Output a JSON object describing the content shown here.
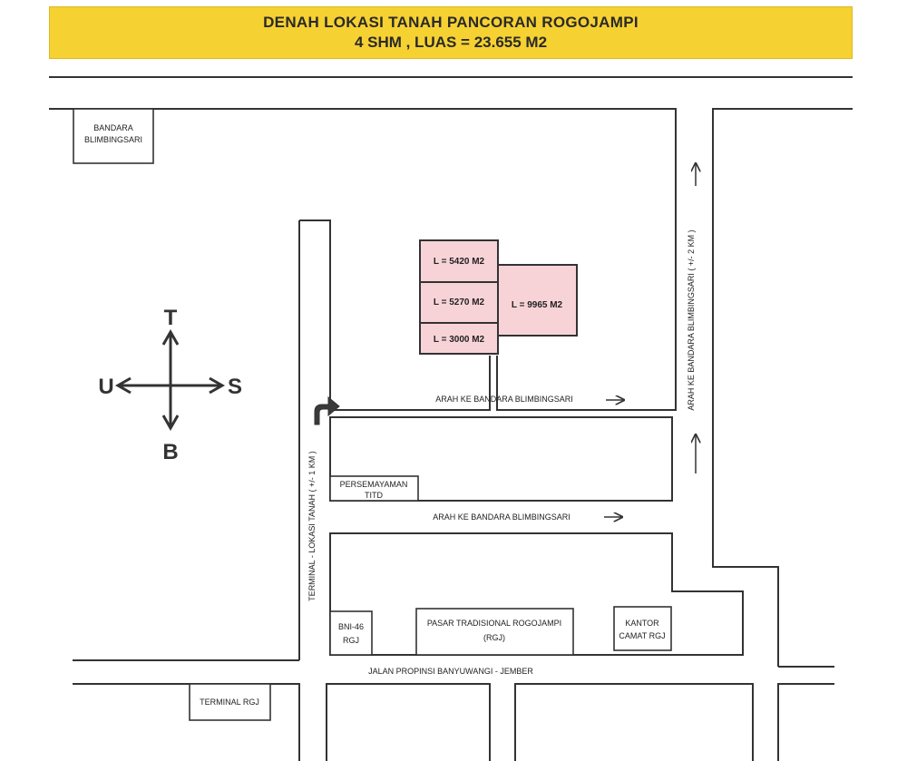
{
  "header": {
    "title": "DENAH LOKASI TANAH PANCORAN ROGOJAMPI",
    "subtitle": "4 SHM , LUAS = 23.655 M2"
  },
  "compass": {
    "north": "T",
    "south": "B",
    "west": "U",
    "east": "S"
  },
  "places": {
    "bandara_line1": "BANDARA",
    "bandara_line2": "BLIMBINGSARI",
    "persemayaman_line1": "PERSEMAYAMAN",
    "persemayaman_line2": "TITD",
    "bni_line1": "BNI-46",
    "bni_line2": "RGJ",
    "pasar_line1": "PASAR TRADISIONAL ROGOJAMPI",
    "pasar_line2": "(RGJ)",
    "kantor_line1": "KANTOR",
    "kantor_line2": "CAMAT RGJ",
    "terminal": "TERMINAL RGJ"
  },
  "plots": {
    "plot1": "L =  5420 M2",
    "plot2": "L =  5270 M2",
    "plot3": "L = 3000 M2",
    "plot4": "L = 9965 M2"
  },
  "roads": {
    "arah_upper": "ARAH KE BANDARA BLIMBINGSARI",
    "arah_lower": "ARAH KE BANDARA BLIMBINGSARI",
    "terminal_lokasi": "TERMINAL - LOKASI TANAH ( +/- 1 KM )",
    "arah_km": "ARAH KE BANDARA BLIMBINGSARI ( +/- 2 KM )",
    "jalan_propinsi": "JALAN PROPINSI BANYUWANGI - JEMBER"
  },
  "colors": {
    "banner": "#f6d132",
    "plot_fill": "#f7d3d8"
  }
}
